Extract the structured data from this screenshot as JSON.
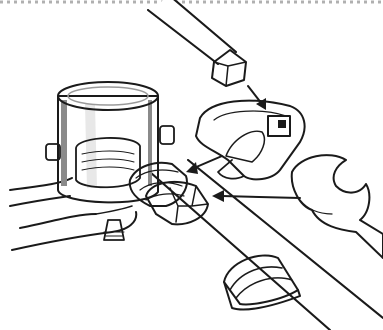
{
  "illustration": {
    "elements": [
      "dotted-border",
      "connecting-rod",
      "socket-adapter",
      "arrow-icon",
      "open-end-wrench",
      "valve-actuator-body",
      "hand",
      "pipe-fitting-nut",
      "pipe",
      "pipe-coupling"
    ]
  },
  "colors": {
    "ink": "#1a1a1a",
    "metal_dark": "#777777",
    "metal_mid": "#a8a8a8",
    "metal_light": "#d9d9d9",
    "background": "#ffffff"
  }
}
